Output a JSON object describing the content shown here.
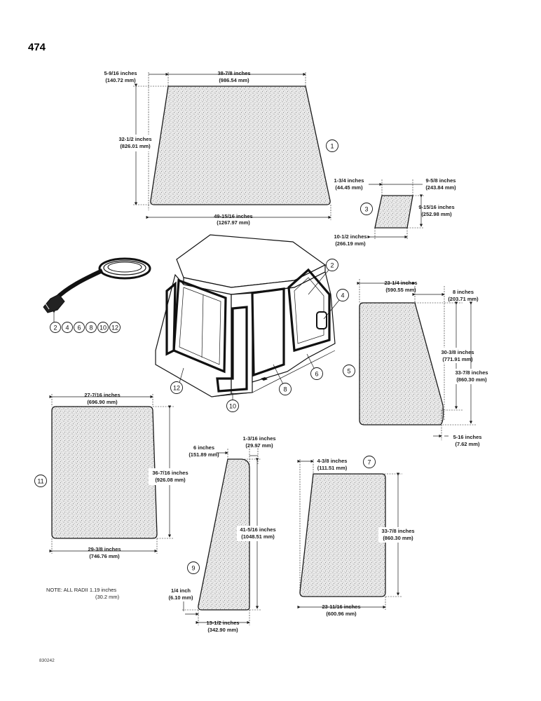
{
  "page_number": "474",
  "figure_code": "830242",
  "note": {
    "line1": "NOTE: ALL RADII 1.19 inches",
    "line2": "(30.2 mm)"
  },
  "seal_callouts": [
    "2",
    "4",
    "6",
    "8",
    "10",
    "12"
  ],
  "cab_callouts": [
    "2",
    "4",
    "5",
    "6",
    "8",
    "10",
    "12"
  ],
  "panels": {
    "p1": {
      "callout": "1",
      "top_offset": {
        "inches": "5-9/16 inches",
        "mm": "(140.72 mm)"
      },
      "top_width": {
        "inches": "38-7/8 inches",
        "mm": "(986.54 mm)"
      },
      "height": {
        "inches": "32-1/2 inches",
        "mm": "(826.01 mm)"
      },
      "bottom_width": {
        "inches": "49-15/16 inches",
        "mm": "(1267.97 mm)"
      }
    },
    "p3": {
      "callout": "3",
      "offset": {
        "inches": "1-3/4 inches",
        "mm": "(44.45 mm)"
      },
      "top_width": {
        "inches": "9-5/8 inches",
        "mm": "(243.84 mm)"
      },
      "height": {
        "inches": "9-15/16 inches",
        "mm": "(252.98 mm)"
      },
      "bottom_width": {
        "inches": "10-1/2 inches",
        "mm": "(266.19 mm)"
      }
    },
    "p5": {
      "callout": "5",
      "top_width": {
        "inches": "23-1/4 inches",
        "mm": "(590.55 mm)"
      },
      "top_offset": {
        "inches": "8 inches",
        "mm": "(203.71 mm)"
      },
      "slope_height": {
        "inches": "30-3/8 inches",
        "mm": "(771.91 mm)"
      },
      "height": {
        "inches": "33-7/8 inches",
        "mm": "(860.30 mm)"
      },
      "bottom_offset": {
        "inches": "5-16 inches",
        "mm": "(7.62 mm)"
      }
    },
    "p11": {
      "callout": "11",
      "top_width": {
        "inches": "27-7/16 inches",
        "mm": "(696.90 mm)"
      },
      "height": {
        "inches": "36-7/16 inches",
        "mm": "(926.08 mm)"
      },
      "bottom_width": {
        "inches": "29-3/8 inches",
        "mm": "(746.76 mm)"
      }
    },
    "p9": {
      "callout": "9",
      "top_width": {
        "inches": "6 inches",
        "mm": "(151.89 mm)"
      },
      "top_offset": {
        "inches": "1-3/16 inches",
        "mm": "(29.97 mm)"
      },
      "height": {
        "inches": "41-5/16 inches",
        "mm": "(1048.51 mm)"
      },
      "bottom_offset": {
        "inches": "1/4 inch",
        "mm": "(6.10 mm)"
      },
      "bottom_width": {
        "inches": "13-1/2 inches",
        "mm": "(342.90 mm)"
      }
    },
    "p7": {
      "callout": "7",
      "top_offset": {
        "inches": "4-3/8 inches",
        "mm": "(111.51 mm)"
      },
      "height": {
        "inches": "33-7/8 inches",
        "mm": "(860.30 mm)"
      },
      "bottom_width": {
        "inches": "23-11/16 inches",
        "mm": "(600.96 mm)"
      }
    }
  }
}
